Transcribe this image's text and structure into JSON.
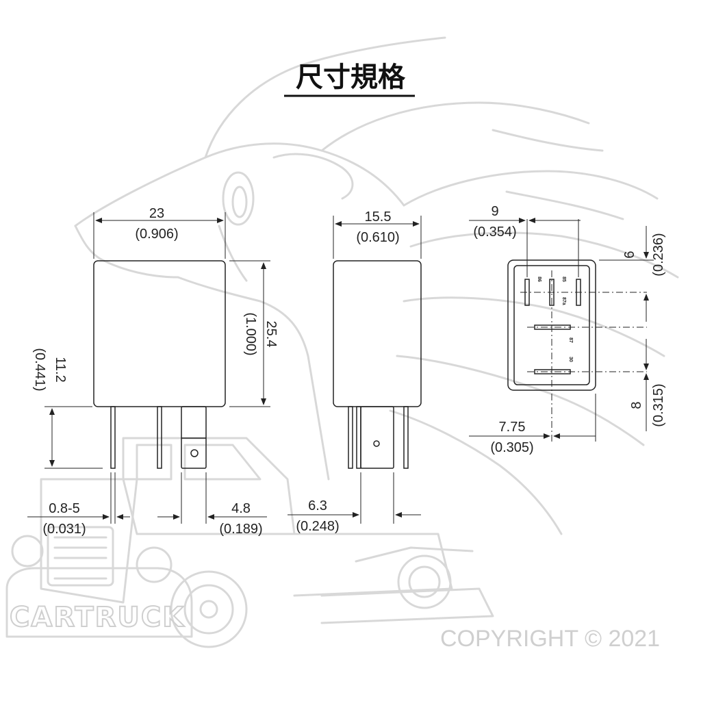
{
  "title": "尺寸規格",
  "watermark": {
    "brand": "CARTRUCK",
    "copyright": "COPYRIGHT © 2021"
  },
  "front_view": {
    "width_mm": "23",
    "width_in": "(0.906)",
    "height_mm": "25.4",
    "height_in": "(1.000)",
    "pin_length_mm": "11.2",
    "pin_length_in": "(0.441)",
    "pin_thickness_mm": "0.8-5",
    "pin_thickness_in": "(0.031)",
    "pin_width_mm": "4.8",
    "pin_width_in": "(0.189)"
  },
  "side_view": {
    "width_mm": "15.5",
    "width_in": "(0.610)",
    "pin_width_mm": "6.3",
    "pin_width_in": "(0.248)"
  },
  "bottom_view": {
    "pin_spacing_mm": "9",
    "pin_spacing_in": "(0.354)",
    "top_offset_mm": "6",
    "top_offset_in": "(0.236)",
    "pin_pitch_mm": "8",
    "pin_pitch_in": "(0.315)",
    "center_offset_mm": "7.75",
    "center_offset_in": "(0.305)",
    "pins": [
      "86",
      "85",
      "87a",
      "87",
      "30"
    ]
  }
}
